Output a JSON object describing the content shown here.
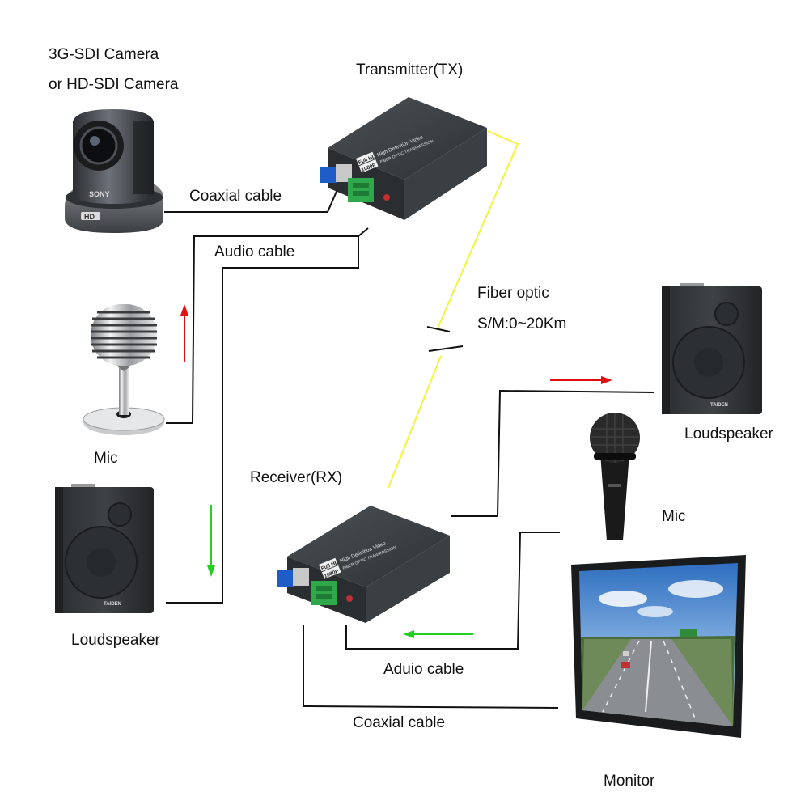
{
  "labels": {
    "camera_line1": "3G-SDI Camera",
    "camera_line2": "or HD-SDI Camera",
    "transmitter": "Transmitter(TX)",
    "receiver": "Receiver(RX)",
    "coaxial_top": "Coaxial cable",
    "audio_top": "Audio cable",
    "fiber_line1": "Fiber optic",
    "fiber_line2": "S/M:0~20Km",
    "mic_left": "Mic",
    "speaker_left": "Loudspeaker",
    "speaker_right": "Loudspeaker",
    "mic_right": "Mic",
    "audio_bottom": "Aduio cable",
    "coaxial_bottom": "Coaxial cable",
    "monitor": "Monitor"
  },
  "device_text": {
    "camera_brand": "SONY",
    "camera_badge": "HD",
    "speaker_brand": "TAIDEN",
    "unit_badge_1": "Full HD",
    "unit_badge_2": "1080P",
    "unit_title": "High Definition Video",
    "unit_subtitle": "FIBER OPTIC TRANSMISSION"
  },
  "colors": {
    "wire": "#111111",
    "fiber": "#f5f23a",
    "arrow_up": "#e01010",
    "arrow_down": "#22d022",
    "device_body": "#3b4044"
  }
}
